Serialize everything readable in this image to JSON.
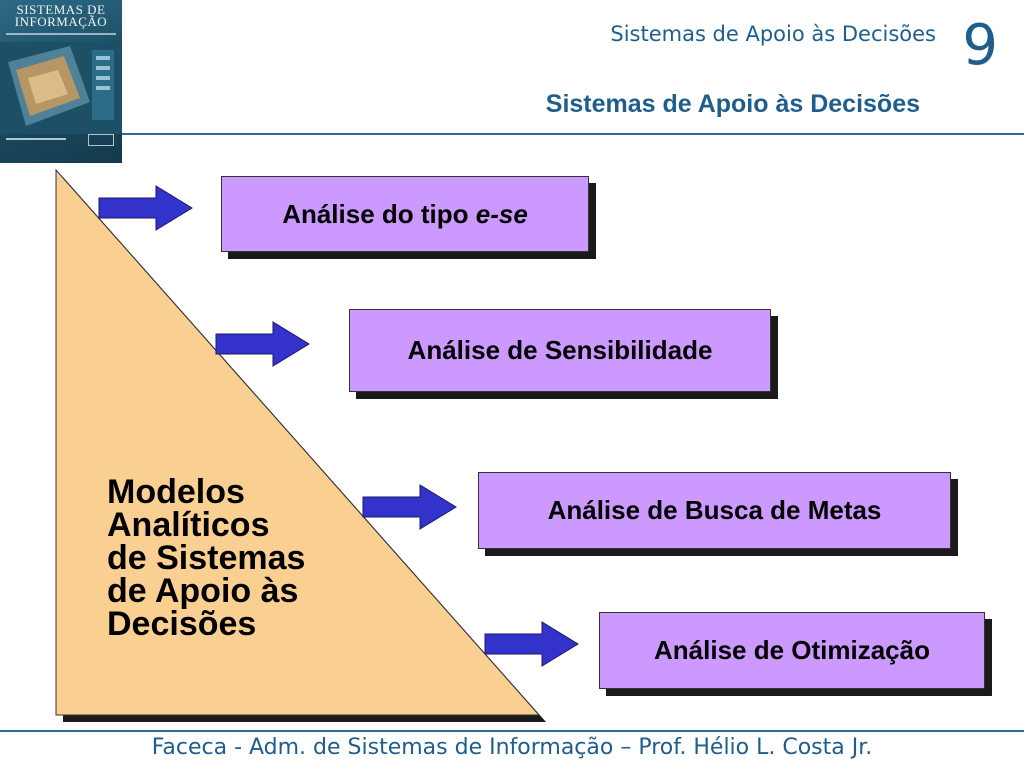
{
  "book_cover": {
    "title": "SISTEMAS DE INFORMAÇÃO"
  },
  "header": {
    "section_title": "Sistemas de Apoio às Decisões",
    "chapter_number": "9",
    "slide_title": "Sistemas de Apoio às Decisões"
  },
  "diagram": {
    "triangle_label": "Modelos\nAnalíticos\nde Sistemas\nde Apoio às\nDecisões",
    "boxes": [
      {
        "label_plain": "Análise do tipo ",
        "label_italic": "e-se"
      },
      {
        "label": "Análise de Sensibilidade"
      },
      {
        "label": "Análise de Busca de Metas"
      },
      {
        "label": "Análise de Otimização"
      }
    ]
  },
  "footer": {
    "text": "Faceca - Adm. de Sistemas de Informação – Prof. Hélio L. Costa Jr."
  },
  "colors": {
    "accent": "#1f5e8c",
    "box_fill": "#cc99ff",
    "triangle_fill": "#fad092",
    "arrow_fill": "#3333cc"
  }
}
